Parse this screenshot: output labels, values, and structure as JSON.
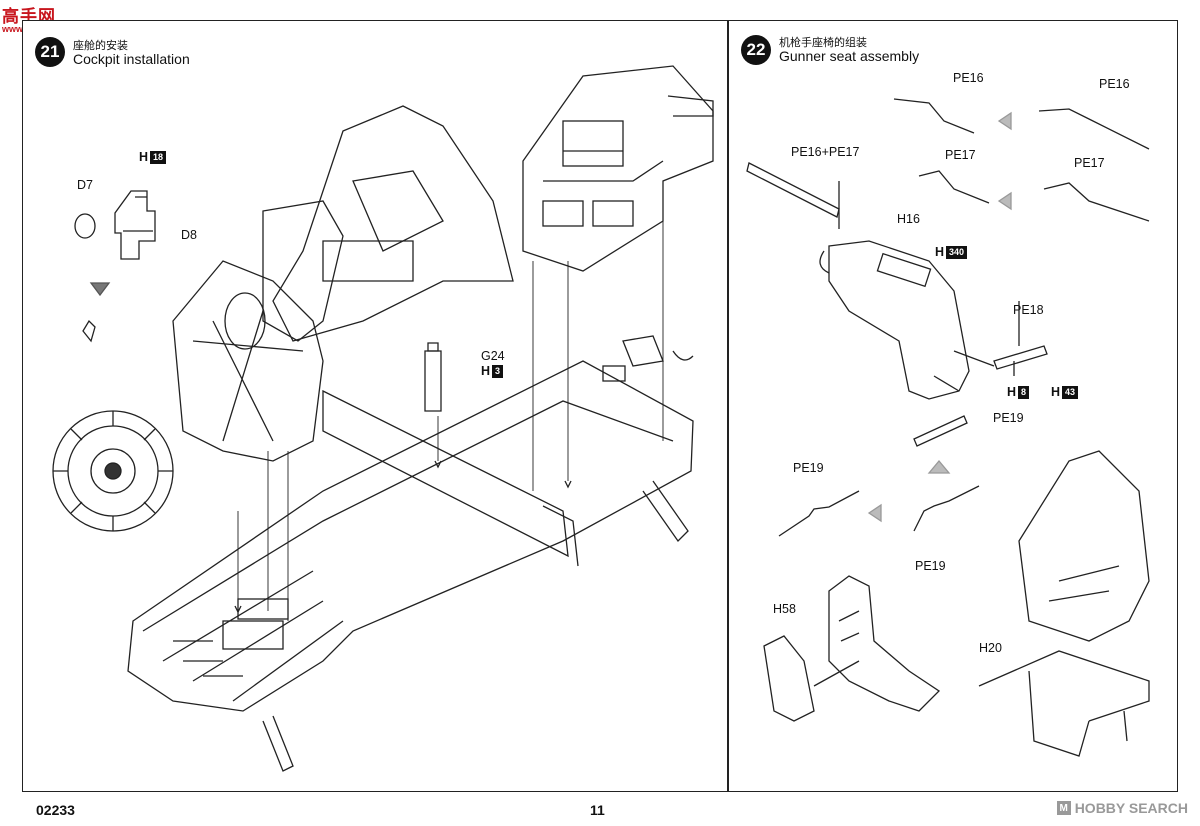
{
  "watermark_top": {
    "chinese": "高手网",
    "domain": "www.hobbyhome.cn"
  },
  "step21": {
    "number": "21",
    "title_cn": "座舱的安装",
    "title_en": "Cockpit installation",
    "labels": {
      "h18_letter": "H",
      "h18_num": "18",
      "d7": "D7",
      "d8": "D8",
      "g24": "G24",
      "h3_letter": "H",
      "h3_num": "3"
    }
  },
  "step22": {
    "number": "22",
    "title_cn": "机枪手座椅的组装",
    "title_en": "Gunner seat assembly",
    "labels": {
      "pe16_a": "PE16",
      "pe16_b": "PE16",
      "pe17_a": "PE17",
      "pe17_b": "PE17",
      "pe16pe17": "PE16+PE17",
      "h16": "H16",
      "h340_letter": "H",
      "h340_num": "340",
      "pe18": "PE18",
      "h8_letter": "H",
      "h8_num": "8",
      "h43_letter": "H",
      "h43_num": "43",
      "pe19_a": "PE19",
      "pe19_b": "PE19",
      "pe19_c": "PE19",
      "h58": "H58",
      "h20": "H20"
    }
  },
  "footer": {
    "catalog_number": "02233",
    "page_number": "11"
  },
  "watermark_bottom": {
    "mark": "M",
    "text": "HOBBY SEARCH"
  },
  "colors": {
    "ink": "#111111",
    "watermark_red": "#c8151d",
    "watermark_gray": "#999999"
  }
}
